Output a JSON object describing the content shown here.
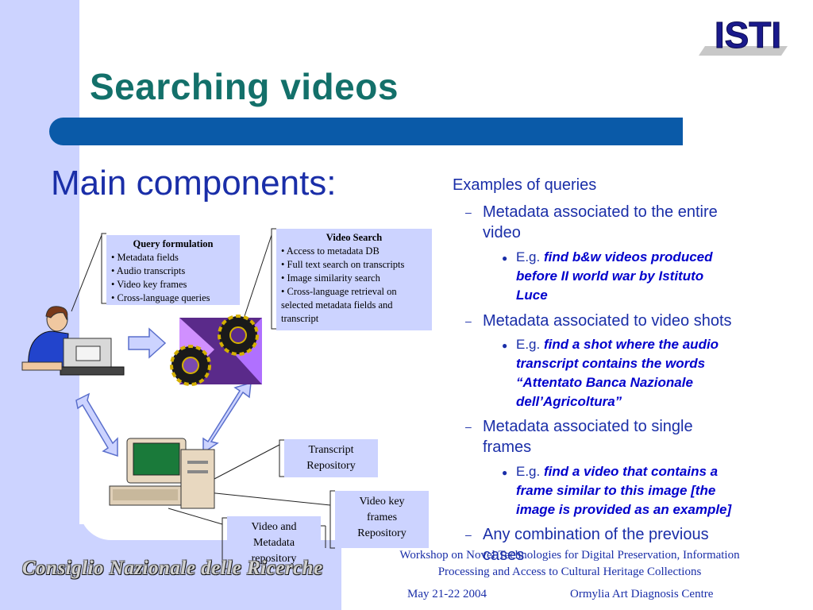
{
  "slide": {
    "title": "Searching videos",
    "main_heading": "Main components:"
  },
  "diagram": {
    "query_box": {
      "title": "Query formulation",
      "items": [
        "• Metadata fields",
        "• Audio transcripts",
        "• Video key frames",
        "• Cross-language queries"
      ]
    },
    "search_box": {
      "title": "Video Search",
      "items": [
        "• Access to metadata DB",
        "• Full text search on transcripts",
        "• Image similarity search",
        "• Cross-language retrieval on",
        "selected metadata fields and",
        "transcript"
      ]
    },
    "transcript_repo": [
      "Transcript",
      "Repository"
    ],
    "keyframes_repo": [
      "Video key",
      "frames",
      "Repository"
    ],
    "metadata_repo": [
      "Video and",
      "Metadata",
      "repository"
    ]
  },
  "queries": {
    "heading": "Examples of queries",
    "groups": [
      {
        "label": "Metadata associated to the entire video",
        "label_lines": [
          "Metadata associated to the entire",
          "video"
        ],
        "example_prefix": "E.g.",
        "example_lines": [
          "find b&w videos produced",
          "before II world war by Istituto",
          "Luce"
        ]
      },
      {
        "label": "Metadata associated to video shots",
        "label_lines": [
          "Metadata associated to video shots"
        ],
        "example_prefix": "E.g.",
        "example_lines": [
          "find a shot where the audio",
          "transcript contains the words",
          "“Attentato Banca Nazionale",
          "dell’Agricoltura”"
        ]
      },
      {
        "label": "Metadata associated to single frames",
        "label_lines": [
          "Metadata associated to single",
          "frames"
        ],
        "example_prefix": "E.g.",
        "example_lines": [
          "find a video that contains a",
          "frame similar to this image [the",
          "image is provided as an example]"
        ]
      },
      {
        "label": "Any combination of the previous cases",
        "label_lines": [
          "Any combination of the previous",
          "cases"
        ]
      }
    ]
  },
  "footer": {
    "workshop_line1": "Workshop on Novel Technologies for Digital Preservation, Information",
    "workshop_line2": "Processing and Access to Cultural Heritage Collections",
    "date": "May 21-22 2004",
    "venue": "Ormylia Art Diagnosis Centre"
  },
  "logos": {
    "isti": "ISTI",
    "cnr": "Consiglio Nazionale delle Ricerche"
  },
  "colors": {
    "title": "#13706a",
    "bar": "#0a5aa8",
    "text_blue": "#1a2ea8",
    "box_fill": "#ccd3ff",
    "example_blue": "#0000cc"
  }
}
